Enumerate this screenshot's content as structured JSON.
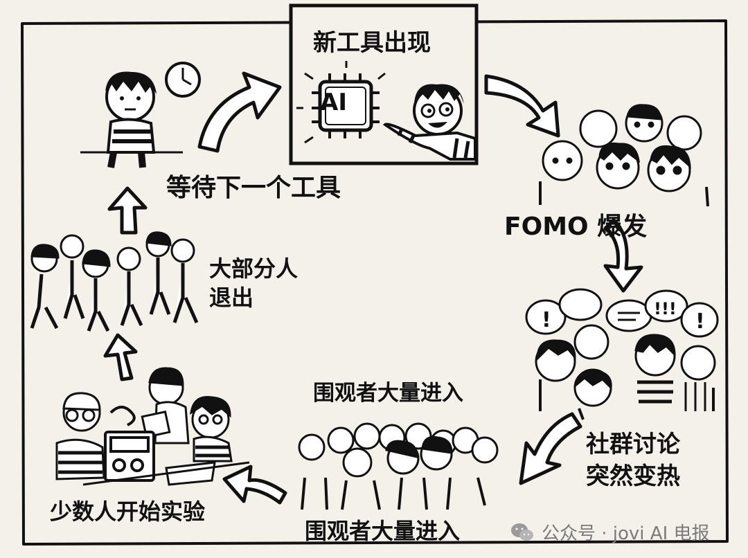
{
  "steps": {
    "new_tool": "新工具出现",
    "fomo": "FOMO 爆发",
    "community": [
      "社群讨论",
      "突然变热"
    ],
    "crowd_top": "围观者大量进入",
    "crowd_bottom": "围观者大量进入",
    "experiment": "少数人开始实验",
    "quit": [
      "大部分人",
      "退出"
    ],
    "wait": "等待下一个工具"
  },
  "chip_label": "AI",
  "speech_marks": [
    "!",
    "!!!",
    "!"
  ],
  "watermark": "公众号 · jovi AI 电报"
}
